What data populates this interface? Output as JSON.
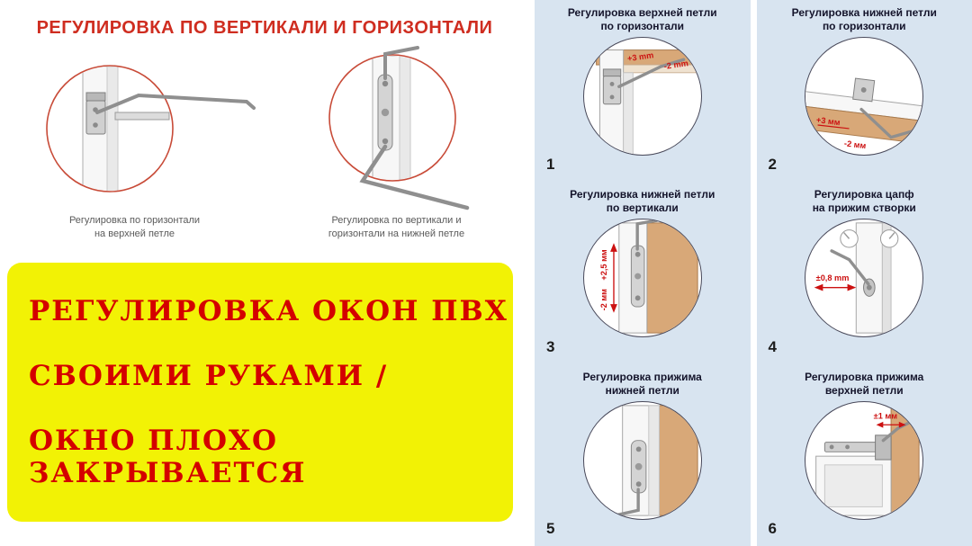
{
  "left_panel": {
    "title": "РЕГУЛИРОВКА ПО ВЕРТИКАЛИ И ГОРИЗОНТАЛИ",
    "title_color": "#cf2d20",
    "diagrams": [
      {
        "caption": [
          "Регулировка по горизонтали",
          "на верхней петле"
        ]
      },
      {
        "caption": [
          "Регулировка по вертикали и",
          "горизонтали на нижней петле"
        ]
      }
    ],
    "banner": {
      "bg_color": "#f2f205",
      "text_color": "#d40000",
      "lines": [
        "РЕГУЛИРОВКА ОКОН ПВХ",
        "СВОИМИ РУКАМИ /",
        "ОКНО ПЛОХО ЗАКРЫВАЕТСЯ"
      ]
    }
  },
  "right_panel": {
    "bg_color": "#d8e4f0",
    "steps": [
      {
        "number": "1",
        "caption": [
          "Регулировка верхней петли",
          "по горизонтали"
        ],
        "annotations": [
          "+3 mm",
          "-2 mm"
        ]
      },
      {
        "number": "2",
        "caption": [
          "Регулировка нижней петли",
          "по горизонтали"
        ],
        "annotations": [
          "+3 мм",
          "-2 мм"
        ]
      },
      {
        "number": "3",
        "caption": [
          "Регулировка нижней петли",
          "по вертикали"
        ],
        "annotations": [
          "+2,5 мм",
          "-2 мм"
        ]
      },
      {
        "number": "4",
        "caption": [
          "Регулировка цапф",
          "на прижим створки"
        ],
        "annotations": [
          "±0,8 mm"
        ]
      },
      {
        "number": "5",
        "caption": [
          "Регулировка прижима",
          "нижней петли"
        ],
        "annotations": []
      },
      {
        "number": "6",
        "caption": [
          "Регулировка прижима",
          "верхней петли"
        ],
        "annotations": [
          "±1 мм"
        ]
      }
    ]
  }
}
